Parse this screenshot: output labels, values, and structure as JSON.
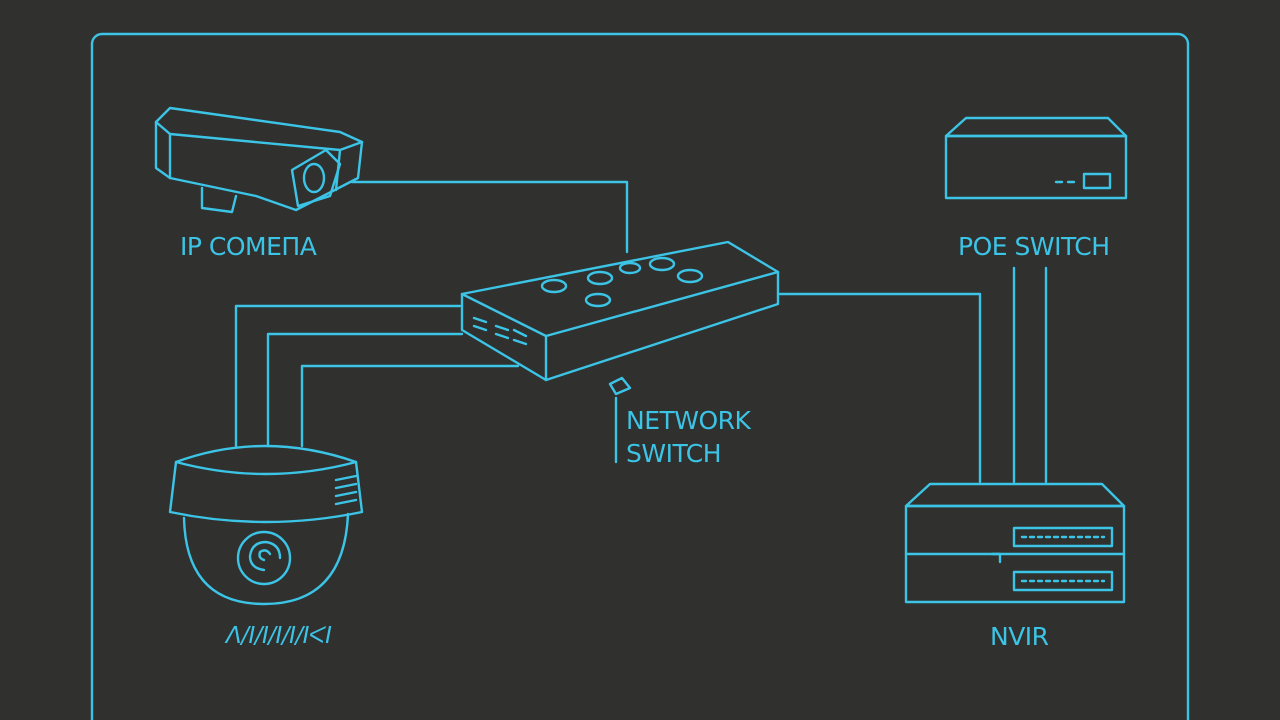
{
  "colors": {
    "background": "#30302e",
    "accent": "#3cc4e6"
  },
  "devices": {
    "ip_camera": {
      "label": "IP COMEПA",
      "icon": "bullet-camera-icon"
    },
    "poe_switch": {
      "label": "POE SWITCH",
      "icon": "poe-switch-icon",
      "panel_text": "- - ⊏⊐⊐"
    },
    "network_switch": {
      "label": "NETWORK\nSWITCH",
      "icon": "network-switch-icon",
      "front_text": "E≡≡3"
    },
    "dome_camera": {
      "label": "ᐱ/I/I/I/I/IᐸI",
      "icon": "dome-camera-icon"
    },
    "nvr": {
      "label": "NVIR",
      "icon": "nvr-icon"
    }
  }
}
